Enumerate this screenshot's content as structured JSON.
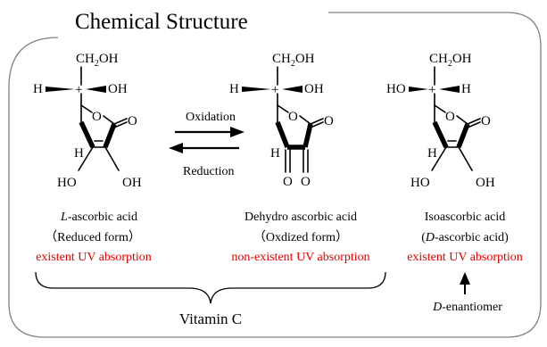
{
  "title": "Chemical Structure",
  "reaction": {
    "forward": "Oxidation",
    "reverse": "Reduction"
  },
  "atoms": {
    "ch2oh_main": "CH",
    "ch2oh_sub": "2",
    "ch2oh_tail": "OH",
    "h": "H",
    "oh": "OH",
    "ho": "HO",
    "o": "O"
  },
  "molecules": [
    {
      "name_italic": "L",
      "name_rest": "-ascorbic acid",
      "form": "（Reduced form）",
      "uv": "existent UV absorption"
    },
    {
      "name": "Dehydro ascorbic acid",
      "form": "（Oxdized form）",
      "uv": "non-existent UV absorption"
    },
    {
      "name": "Isoascorbic acid",
      "form_open": "(",
      "form_italic": "D",
      "form_rest": "-ascorbic acid)",
      "uv": "existent UV absorption"
    }
  ],
  "group_label": "Vitamin C",
  "enantiomer_italic": "D",
  "enantiomer_rest": "-enantiomer",
  "colors": {
    "frame": "#808080",
    "uv_text": "#e60000",
    "text": "#000000"
  },
  "icons": {
    "reaction_arrows": "equilibrium-arrows-icon",
    "pointer": "up-arrow-icon"
  }
}
